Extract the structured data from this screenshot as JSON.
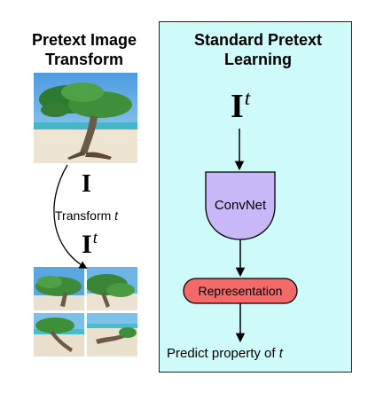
{
  "left_panel": {
    "title_line1": "Pretext Image",
    "title_line2": "Transform",
    "image_symbol": "I",
    "transformed_symbol": "I",
    "superscript": "t",
    "transform_label": "Transform",
    "transform_var": "t"
  },
  "right_panel": {
    "title_line1": "Standard Pretext",
    "title_line2": "Learning",
    "input_symbol": "I",
    "superscript": "t",
    "convnet_label": "ConvNet",
    "representation_label": "Representation",
    "predict_label": "Predict property of",
    "predict_var": "t",
    "colors": {
      "panel_bg": "#cffafa",
      "convnet_fill": "#c9b8f8",
      "representation_fill": "#f46a6a"
    }
  }
}
